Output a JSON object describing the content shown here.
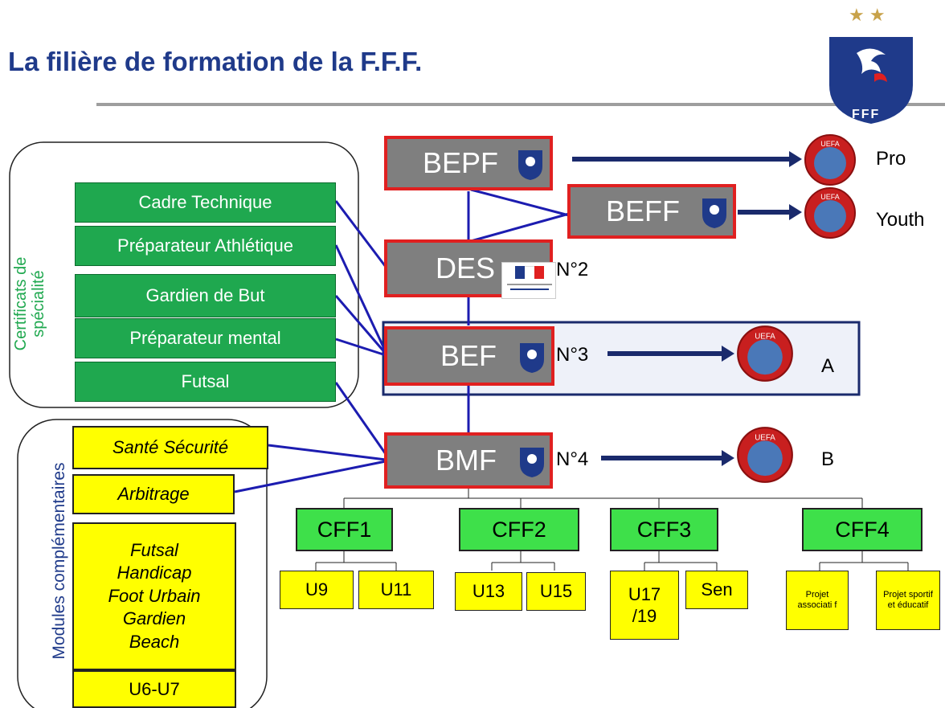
{
  "title": "La filière de formation de la F.F.F.",
  "logo": {
    "text": "FFF",
    "stars": "★ ★"
  },
  "specialty": {
    "vertical_label_line1": "Certificats de",
    "vertical_label_line2": "spécialité",
    "items": [
      "Cadre Technique",
      "Préparateur Athlétique",
      "Gardien de But",
      "Préparateur mental",
      "Futsal"
    ]
  },
  "modules": {
    "vertical_label": "Modules complémentaires",
    "items": [
      "Santé Sécurité",
      "Arbitrage"
    ],
    "multi": [
      "Futsal",
      "Handicap",
      "Foot Urbain",
      "Gardien",
      "Beach"
    ],
    "last": "U6-U7"
  },
  "levels": {
    "bepf": "BEPF",
    "beff": "BEFF",
    "des": "DES",
    "bef": "BEF",
    "bmf": "BMF",
    "n2": "N°2",
    "n3": "N°3",
    "n4": "N°4"
  },
  "uefa": {
    "pro": "Pro",
    "youth": "Youth",
    "a": "A",
    "b": "B",
    "badge_text": "UEFA"
  },
  "cff": {
    "cff1": {
      "label": "CFF1",
      "subs": [
        "U9",
        "U11"
      ]
    },
    "cff2": {
      "label": "CFF2",
      "subs": [
        "U13",
        "U15"
      ]
    },
    "cff3": {
      "label": "CFF3",
      "subs": [
        "U17 /19",
        "Sen"
      ]
    },
    "cff4": {
      "label": "CFF4",
      "subs": [
        "Projet associati f",
        "Projet sportif et éducatif"
      ]
    }
  },
  "colors": {
    "title": "#1f3a8a",
    "green_box": "#1fa84f",
    "yellow_box": "#ffff00",
    "level_grey": "#7f7f7f",
    "level_border": "#e02020",
    "cff_green": "#3ee04a",
    "line_blue": "#1c1cb0",
    "arrow_navy": "#1a2a6c"
  }
}
